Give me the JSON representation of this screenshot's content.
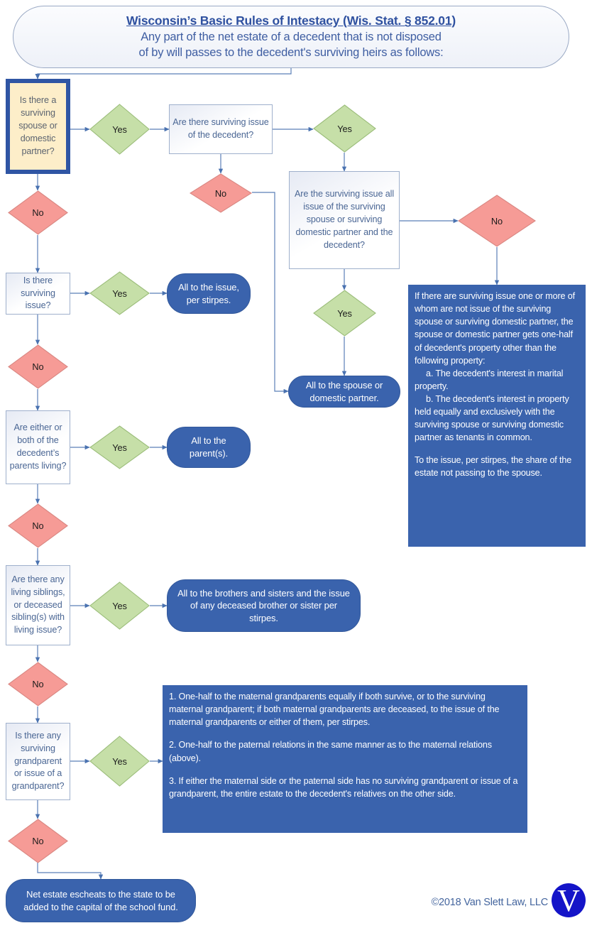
{
  "title": {
    "heading": "Wisconsin’s Basic Rules of Intestacy (Wis. Stat. § 852.01)",
    "line1": "Any part of the net estate of a decedent that is not disposed",
    "line2": "of by will passes to the decedent's surviving heirs as follows:"
  },
  "labels": {
    "yes": "Yes",
    "no": "No"
  },
  "questions": {
    "spouse": "Is there a surviving spouse or domestic partner?",
    "issue_of_decedent": "Are there surviving issue of the decedent?",
    "all_issue": "Are the surviving issue all issue of the surviving spouse or surviving domestic partner and the decedent?",
    "surviving_issue": "Is there surviving issue?",
    "parents": "Are either or both of the decedent’s parents living?",
    "siblings": "Are there any living siblings, or deceased sibling(s) with living issue?",
    "grandparents": "Is there any surviving grandparent or issue of a grandparent?"
  },
  "results": {
    "issue_per_stirpes": "All to the issue, per stirpes.",
    "spouse_or_partner": "All to the spouse or domestic partner.",
    "parents": "All to the parent(s).",
    "siblings": "All to the brothers and sisters and the issue of any deceased brother or sister per stirpes.",
    "escheat": "Net estate escheats to the state to be added to the capital of the school fund."
  },
  "panel_half": {
    "p1": "If there are surviving issue one or more of whom are not issue of the surviving spouse or surviving domestic partner, the spouse or domestic partner gets one-half of decedent's property other than the following property:",
    "a": "a. The decedent's interest in marital property.",
    "b": "b. The decedent's interest in property held equally and exclusively with the surviving spouse or surviving domestic partner as tenants in common.",
    "closing": "To the issue, per stirpes, the share of the estate not passing to the spouse."
  },
  "panel_grandparents": {
    "item1": "1. One-half to the maternal grandparents equally if both survive, or to the surviving maternal grandparent; if both maternal grandparents are deceased, to the issue of the maternal grandparents or either of them, per stirpes.",
    "item2": "2. One-half to the paternal relations in the same manner as to the maternal relations (above).",
    "item3": "3. If either the maternal side or the paternal side has no surviving grandparent or issue of a grandparent, the entire estate to the decedent's relatives on the other side."
  },
  "footer": {
    "copyright": "©2018 Van Slett Law, LLC",
    "logo_letter": "V"
  },
  "colors": {
    "yes_fill": "#c6dfa8",
    "yes_stroke": "#9bbd7a",
    "no_fill": "#f69b96",
    "no_stroke": "#d98782",
    "blue_fill": "#3a63ad",
    "connector": "#5a7fb8",
    "box_stroke": "#9fb0cc",
    "highlight_border": "#2f55a4",
    "highlight_fill": "#fdeec9",
    "text_blue": "#4a6694",
    "logo_blue": "#1414c8"
  }
}
